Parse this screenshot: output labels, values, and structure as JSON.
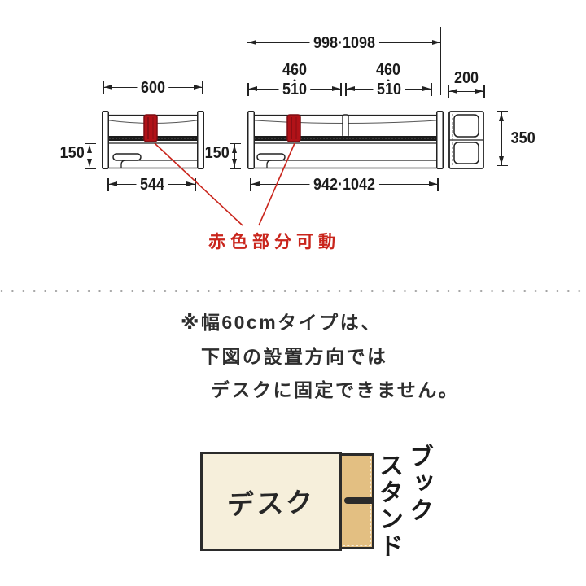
{
  "dims": {
    "small_width_top": "600",
    "small_width_bottom": "544",
    "small_height_lower": "150",
    "large_width_top": "998·1098",
    "large_width_bottom": "942·1042",
    "large_height_lower": "150",
    "large_left_upper": "460",
    "large_left_lower": "510",
    "large_right_upper": "460",
    "large_right_lower": "510",
    "side_width": "200",
    "side_height": "350"
  },
  "red_annotation": "赤色部分可動",
  "note": {
    "l1": "※幅60cmタイプは、",
    "l2": "下図の設置方向では",
    "l3": "デスクに固定できません。"
  },
  "placement": {
    "desk": "デスク",
    "stand_col_right": "ブック",
    "stand_col_left": "スタンド"
  },
  "colors": {
    "line": "#222222",
    "movable_part_fill": "#b11218",
    "movable_part_edge": "#7d0d12",
    "red_text": "#c9251c",
    "desk_fill": "#f6efdb",
    "stand_fill": "#e3bf82"
  }
}
